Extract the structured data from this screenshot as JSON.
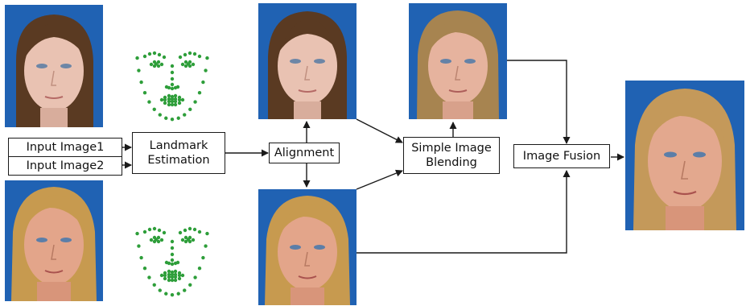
{
  "nodes": {
    "input1": "Input Image1",
    "input2": "Input Image2",
    "landmark": [
      "Landmark",
      "Estimation"
    ],
    "alignment": "Alignment",
    "blending": [
      "Simple Image",
      "Blending"
    ],
    "fusion": "Image Fusion"
  },
  "photos": {
    "face1": "input face photo 1 (brown hair, blue background)",
    "face2": "input face photo 2 (blonde hair, blue background)",
    "aligned1": "aligned face photo 1",
    "aligned2": "aligned face photo 2",
    "blended": "simple blended face photo",
    "fused": "fused output face photo"
  },
  "colors": {
    "background_blue": "#1f5fb0",
    "landmark_dots": "#2e9e3a",
    "arrow": "#1a1a1a"
  }
}
